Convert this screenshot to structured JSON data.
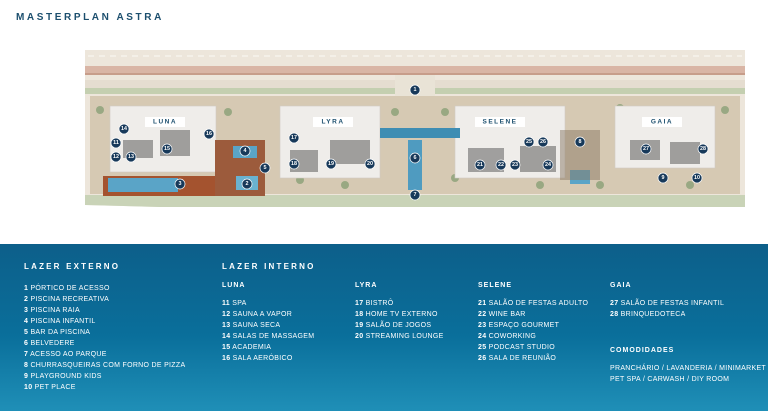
{
  "header": {
    "title": "MASTERPLAN ASTRA"
  },
  "buildings": [
    "LUNA",
    "LYRA",
    "SELENE",
    "GAIA"
  ],
  "legend": {
    "externo": {
      "title": "LAZER EXTERNO",
      "items": [
        {
          "n": "1",
          "label": "PÓRTICO DE ACESSO"
        },
        {
          "n": "2",
          "label": "PISCINA RECREATIVA"
        },
        {
          "n": "3",
          "label": "PISCINA RAIA"
        },
        {
          "n": "4",
          "label": "PISCINA INFANTIL"
        },
        {
          "n": "5",
          "label": "BAR DA PISCINA"
        },
        {
          "n": "6",
          "label": "BELVEDERE"
        },
        {
          "n": "7",
          "label": "ACESSO AO PARQUE"
        },
        {
          "n": "8",
          "label": "CHURRASQUEIRAS COM FORNO DE PIZZA"
        },
        {
          "n": "9",
          "label": "PLAYGROUND KIDS"
        },
        {
          "n": "10",
          "label": "PET PLACE"
        }
      ]
    },
    "interno": {
      "title": "LAZER INTERNO"
    },
    "luna": {
      "title": "LUNA",
      "items": [
        {
          "n": "11",
          "label": "SPA"
        },
        {
          "n": "12",
          "label": "SAUNA A VAPOR"
        },
        {
          "n": "13",
          "label": "SAUNA SECA"
        },
        {
          "n": "14",
          "label": "SALAS DE MASSAGEM"
        },
        {
          "n": "15",
          "label": "ACADEMIA"
        },
        {
          "n": "16",
          "label": "SALA AERÓBICO"
        }
      ]
    },
    "lyra": {
      "title": "LYRA",
      "items": [
        {
          "n": "17",
          "label": "BISTRÔ"
        },
        {
          "n": "18",
          "label": "HOME TV EXTERNO"
        },
        {
          "n": "19",
          "label": "SALÃO DE JOGOS"
        },
        {
          "n": "20",
          "label": "STREAMING LOUNGE"
        }
      ]
    },
    "selene": {
      "title": "SELENE",
      "items": [
        {
          "n": "21",
          "label": "SALÃO DE FESTAS ADULTO"
        },
        {
          "n": "22",
          "label": "WINE BAR"
        },
        {
          "n": "23",
          "label": "ESPAÇO GOURMET"
        },
        {
          "n": "24",
          "label": "COWORKING"
        },
        {
          "n": "25",
          "label": "PODCAST STUDIO"
        },
        {
          "n": "26",
          "label": "SALA DE REUNIÃO"
        }
      ]
    },
    "gaia": {
      "title": "GAIA",
      "items": [
        {
          "n": "27",
          "label": "SALÃO DE FESTAS INFANTIL"
        },
        {
          "n": "28",
          "label": "BRINQUEDOTECA"
        }
      ]
    },
    "comodidades": {
      "title": "COMODIDADES",
      "lines": [
        "PRANCHÁRIO / LAVANDERIA / MINIMARKET",
        "PET SPA / CARWASH / DIY ROOM"
      ]
    }
  },
  "colors": {
    "panel": "#0d5f8a",
    "marker": "#17395a",
    "title": "#1c4f6e"
  }
}
